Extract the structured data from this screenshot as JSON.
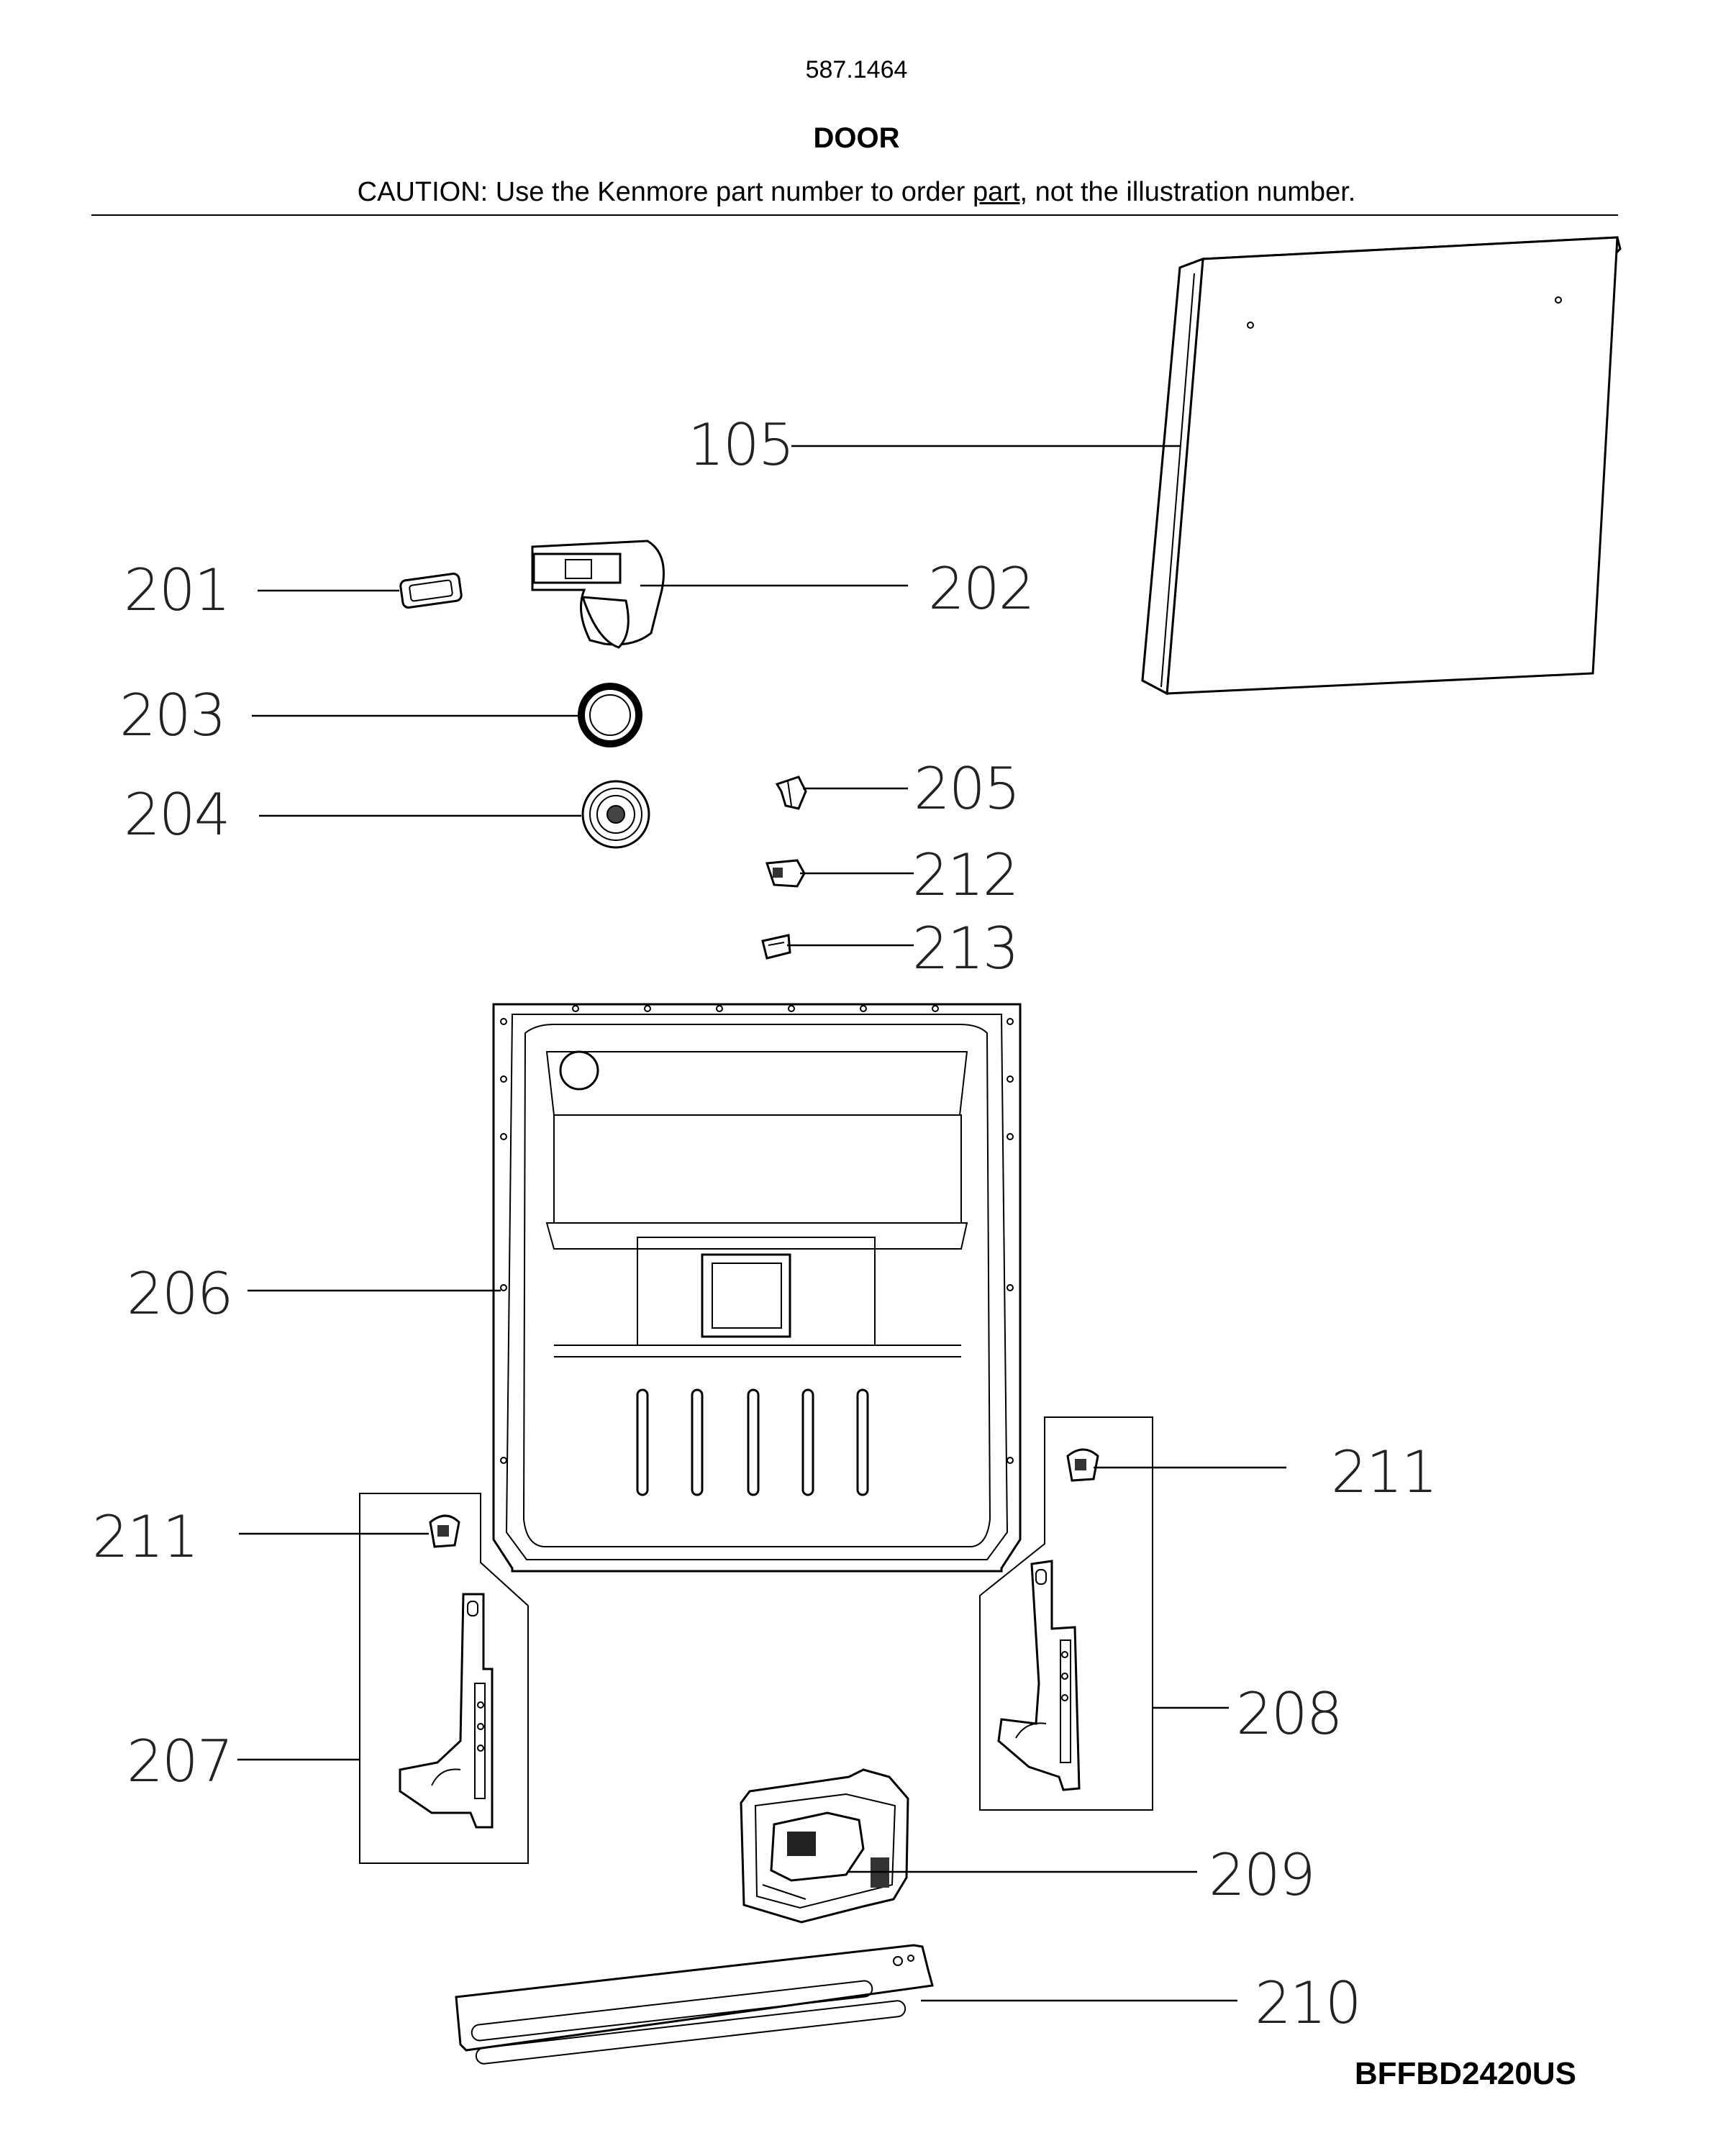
{
  "header": {
    "model_code": "587.1464",
    "section_title": "DOOR",
    "caution_prefix": "CAUTION: Use the Kenmore part number to order ",
    "caution_link": "part",
    "caution_suffix": ", not the illustration number."
  },
  "callouts": {
    "p105": "105",
    "p201": "201",
    "p202": "202",
    "p203": "203",
    "p204": "204",
    "p205": "205",
    "p212": "212",
    "p213": "213",
    "p206": "206",
    "p211_left": "211",
    "p211_right": "211",
    "p207": "207",
    "p208": "208",
    "p209": "209",
    "p210": "210"
  },
  "footer": {
    "diagram_code": "BFFBD2420US"
  }
}
